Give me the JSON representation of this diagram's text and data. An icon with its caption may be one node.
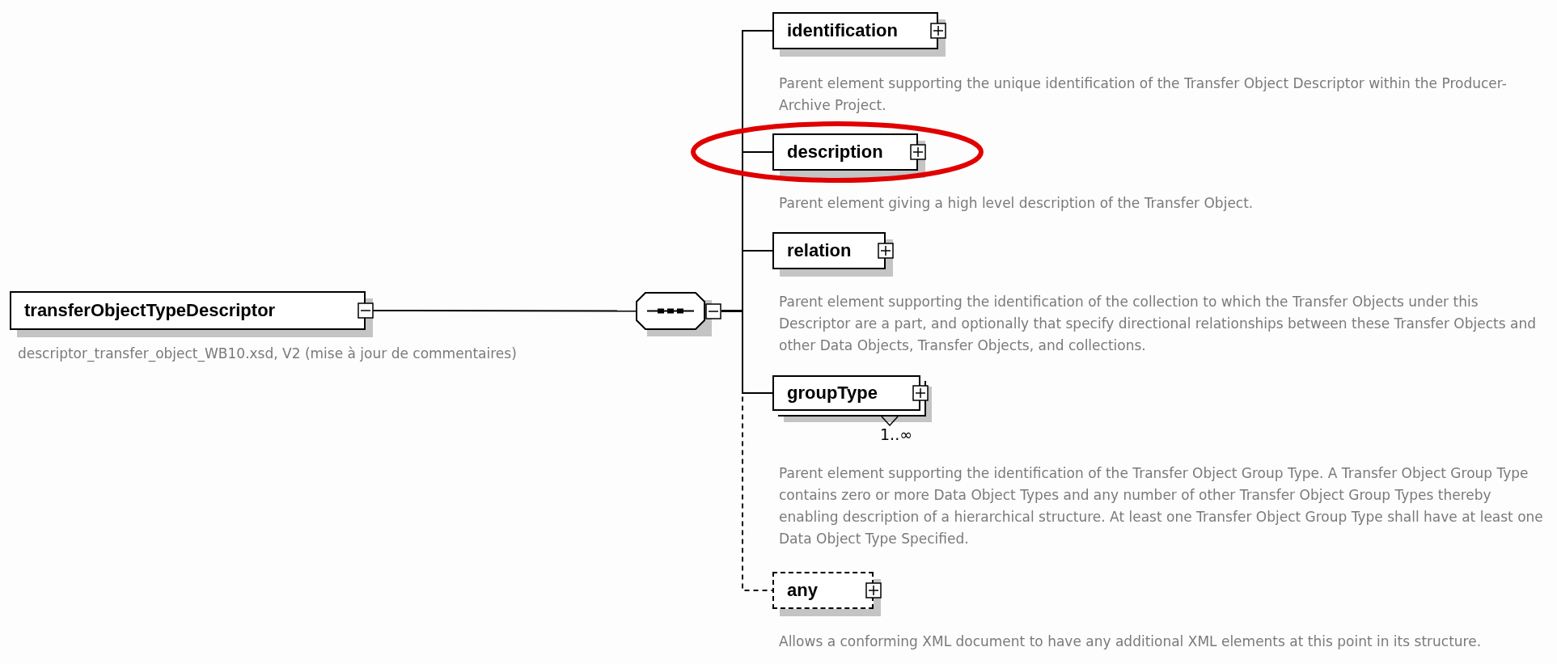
{
  "diagram": {
    "nodes": [
      {
        "text": [
          "transferObjectTypeDescriptor"
        ],
        "beside": [
          "descriptor_transfer_object_WB10.xsd, V2 (mise à jour de commentaires)"
        ]
      },
      {
        "text": [],
        "shape": "octagon"
      },
      {
        "text": [
          "identification"
        ],
        "beside": [
          "Parent element supporting the unique identification of the Transfer Object Descriptor within the Producer-Archive Project."
        ]
      },
      {
        "text": [
          "description"
        ],
        "beside": [
          "Parent element giving a high level description of the Transfer Object."
        ]
      },
      {
        "text": [
          "relation"
        ],
        "beside": [
          "Parent element supporting the identification of  the collection to which the Transfer Objects under this Descriptor are a part, and optionally that specify directional relationships between these Transfer Objects and other Data Objects, Transfer Objects, and collections."
        ]
      },
      {
        "text": [
          "groupType"
        ],
        "beside": [
          "1..∞",
          "Parent element supporting the identification of the Transfer Object Group Type. A Transfer Object Group Type contains zero or more Data Object Types and any number of other Transfer Object Group Types thereby enabling description of a hierarchical structure.  At least one Transfer Object Group Type shall have at least one Data Object Type Specified."
        ]
      },
      {
        "text": [
          "any"
        ],
        "beside": [
          "Allows a conforming XML document to have any additional XML elements at this point in its structure."
        ]
      }
    ],
    "edges": [
      {
        "from": 0,
        "to": 1,
        "arrow": "none"
      },
      {
        "from": 1,
        "to": 2,
        "arrow": "none"
      },
      {
        "from": 1,
        "to": 3,
        "arrow": "none"
      },
      {
        "from": 1,
        "to": 4,
        "arrow": "none"
      },
      {
        "from": 1,
        "to": 5,
        "arrow": "none"
      },
      {
        "from": 1,
        "to": 6,
        "arrow": "none",
        "style": "dashed"
      }
    ]
  }
}
